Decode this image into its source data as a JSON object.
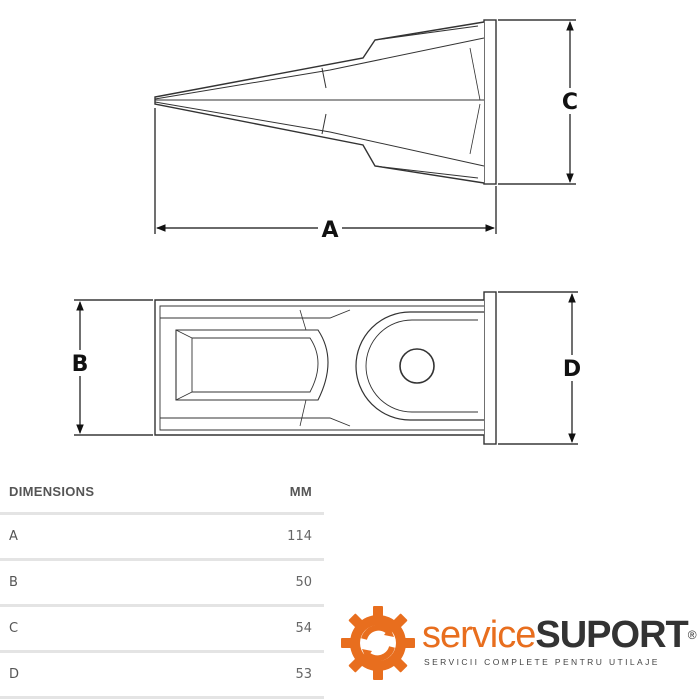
{
  "drawing": {
    "labels": {
      "a": "A",
      "b": "B",
      "c": "C",
      "d": "D"
    }
  },
  "table": {
    "header": {
      "dimension": "DIMENSIONS",
      "unit": "MM"
    },
    "rows": [
      {
        "label": "A",
        "value": "114"
      },
      {
        "label": "B",
        "value": "50"
      },
      {
        "label": "C",
        "value": "54"
      },
      {
        "label": "D",
        "value": "53"
      }
    ]
  },
  "logo": {
    "brand_part1": "service",
    "brand_part2": "SUPORT",
    "registered": "®",
    "tagline": "SERVICII COMPLETE PENTRU UTILAJE",
    "colors": {
      "orange": "#e86e1e",
      "dark": "#333333"
    }
  }
}
